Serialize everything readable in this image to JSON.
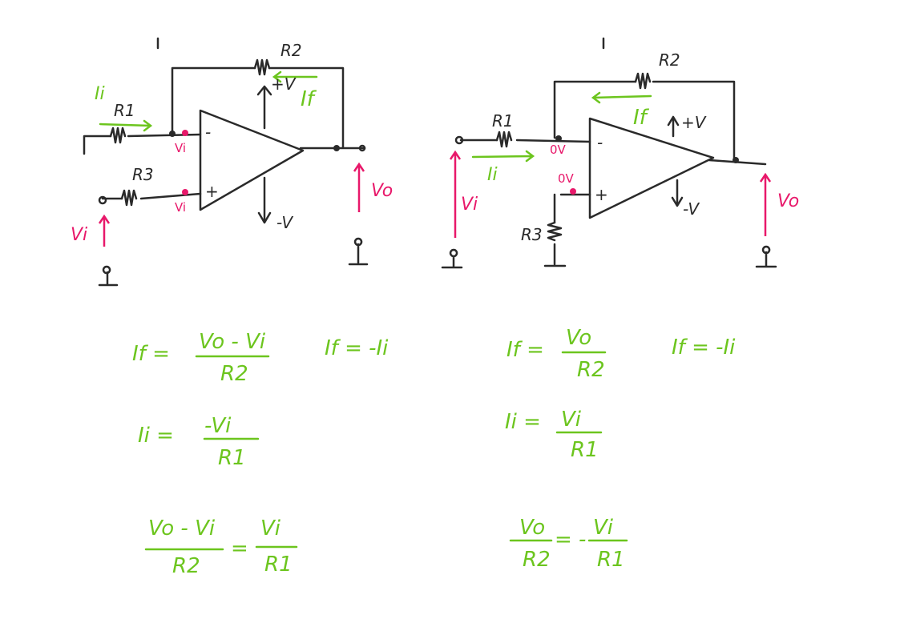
{
  "left_circuit": {
    "r2": "R2",
    "plus_v": "+V",
    "if": "If",
    "ii": "Ii",
    "r1": "R1",
    "r3": "R3",
    "vi_minus": "Vi",
    "vi_plus": "Vi",
    "minus_sign": "-",
    "plus_sign": "+",
    "minus_v": "-V",
    "vo": "Vo",
    "vi_source": "Vi"
  },
  "right_circuit": {
    "r2": "R2",
    "if": "If",
    "plus_v": "+V",
    "r1": "R1",
    "zero_v_minus": "0V",
    "ii": "Ii",
    "vi": "Vi",
    "zero_v_plus": "0V",
    "r3": "R3",
    "minus_sign": "-",
    "plus_sign": "+",
    "minus_v": "-V",
    "vo": "Vo"
  },
  "left_equations": {
    "eq1": {
      "lhs": "If =",
      "num": "Vo - Vi",
      "den": "R2"
    },
    "eq2": "If = -Ii",
    "eq3": {
      "lhs": "Ii =",
      "num": "-Vi",
      "den": "R1"
    },
    "eq4": {
      "num1": "Vo - Vi",
      "den1": "R2",
      "eq": "=",
      "num2": "Vi",
      "den2": "R1"
    }
  },
  "right_equations": {
    "eq1": {
      "lhs": "If =",
      "num": "Vo",
      "den": "R2"
    },
    "eq2": "If = -Ii",
    "eq3": {
      "lhs": "Ii =",
      "num": "Vi",
      "den": "R1"
    },
    "eq4": {
      "num1": "Vo",
      "den1": "R2",
      "eq": "= -",
      "num2": "Vi",
      "den2": "R1"
    }
  }
}
